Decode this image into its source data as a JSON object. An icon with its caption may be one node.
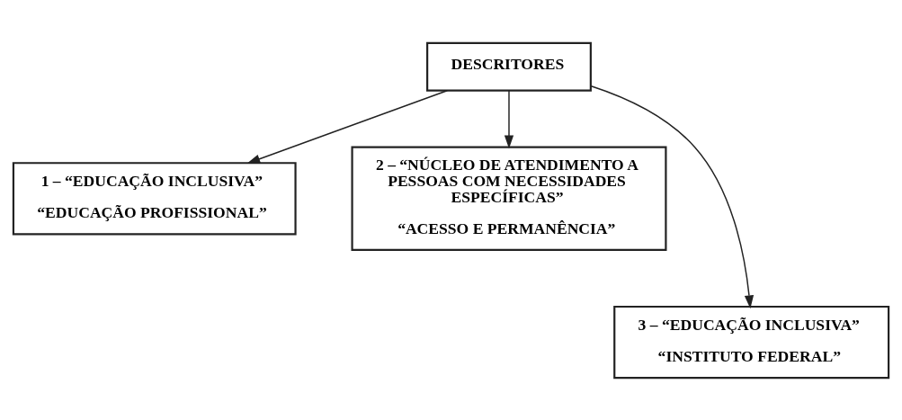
{
  "diagram": {
    "nodes": [
      {
        "text": [
          "DESCRITORES"
        ]
      },
      {
        "text": [
          "1 – “EDUCAÇÃO INCLUSIVA”",
          "“EDUCAÇÃO PROFISSIONAL”"
        ]
      },
      {
        "text": [
          "2 – “NÚCLEO DE ATENDIMENTO A PESSOAS COM NECESSIDADES ESPECÍFICAS”",
          "“ACESSO E PERMANÊNCIA”"
        ]
      },
      {
        "text": [
          "3 – “EDUCAÇÃO INCLUSIVA”",
          "“INSTITUTO FEDERAL”"
        ]
      }
    ],
    "edges": [
      {
        "from": 0,
        "to": 1,
        "arrow": "to"
      },
      {
        "from": 0,
        "to": 3,
        "arrow": "to"
      },
      {
        "from": 0,
        "to": 2,
        "arrow": "to"
      }
    ]
  }
}
